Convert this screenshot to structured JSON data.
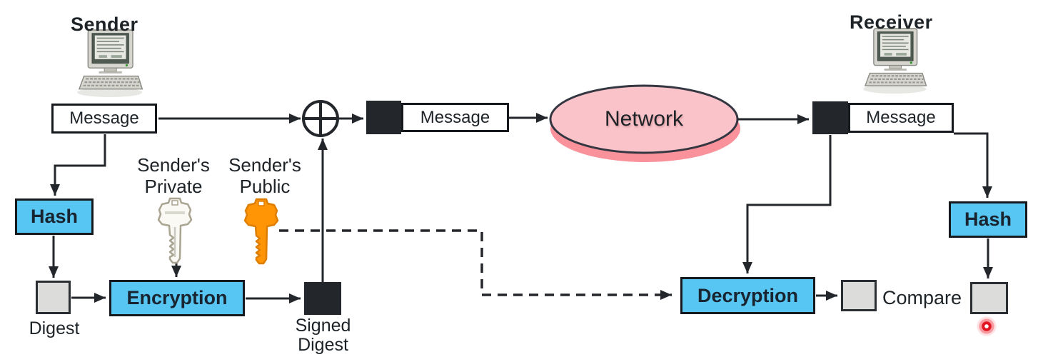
{
  "colors": {
    "line": "#23272b",
    "text": "#1e2328",
    "box-blue": "#58c6f2",
    "box-border": "#16191d",
    "box-gray": "#dcdcda",
    "box-black": "#23272b",
    "network-fill": "#f9c3c9",
    "network-shadow": "#f9929b",
    "key-private-fill": "#faf9f3",
    "key-private-stroke": "#a9a391",
    "key-public-fill": "#ff9405",
    "key-public-stroke": "#dd7e00",
    "laser": "#e11422"
  },
  "nodes": {
    "sender": {
      "label": "Sender"
    },
    "receiver": {
      "label": "Receiver"
    },
    "sender_message": {
      "label": "Message"
    },
    "sent_message": {
      "label": "Message"
    },
    "received_message": {
      "label": "Message"
    },
    "network": {
      "label": "Network"
    },
    "hash_sender": {
      "label": "Hash"
    },
    "hash_receiver": {
      "label": "Hash"
    },
    "digest": {
      "label": "Digest"
    },
    "encryption": {
      "label": "Encryption"
    },
    "decryption": {
      "label": "Decryption"
    },
    "signed_digest": {
      "label_line1": "Signed",
      "label_line2": "Digest"
    },
    "compare": {
      "label": "Compare"
    },
    "private_key": {
      "label_line1": "Sender's",
      "label_line2": "Private"
    },
    "public_key": {
      "label_line1": "Sender's",
      "label_line2": "Public"
    }
  }
}
